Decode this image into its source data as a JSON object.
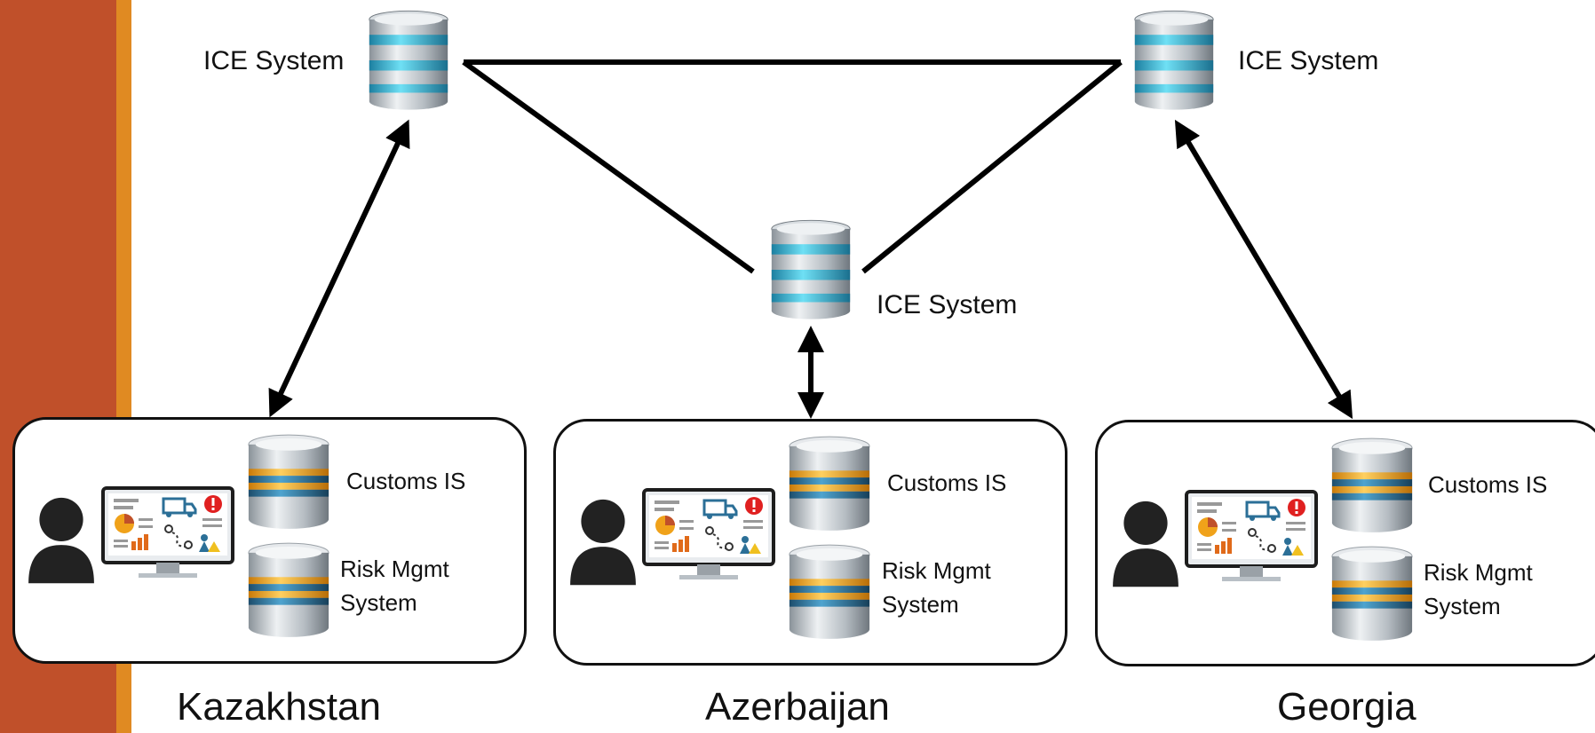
{
  "colors": {
    "sidebar": "#c0502a",
    "sidebar_accent": "#e08a22",
    "line": "#000000",
    "db_teal": "#37b6d6",
    "db_silver": "#b9c0c6",
    "db_orange": "#f0a21a",
    "db_blue": "#2b6f97"
  },
  "ice_nodes": [
    {
      "label": "ICE System",
      "icon": "database-icon"
    },
    {
      "label": "ICE System",
      "icon": "database-icon"
    },
    {
      "label": "ICE System",
      "icon": "database-icon"
    }
  ],
  "countries": [
    {
      "name": "Kazakhstan",
      "customs_label": "Customs IS",
      "risk_label_1": "Risk Mgmt",
      "risk_label_2": "System"
    },
    {
      "name": "Azerbaijan",
      "customs_label": "Customs IS",
      "risk_label_1": "Risk Mgmt",
      "risk_label_2": "System"
    },
    {
      "name": "Georgia",
      "customs_label": "Customs IS",
      "risk_label_1": "Risk Mgmt",
      "risk_label_2": "System"
    }
  ],
  "icons": [
    "user-icon",
    "monitor-dashboard-icon",
    "database-icon"
  ]
}
